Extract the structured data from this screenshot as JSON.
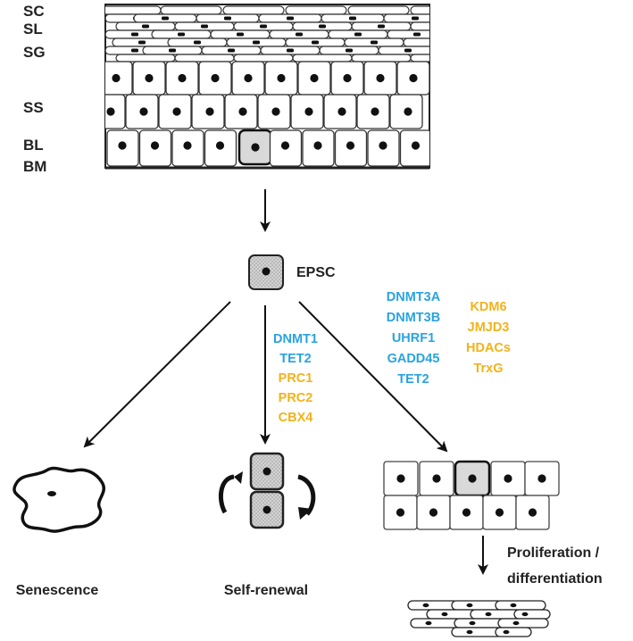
{
  "layers": {
    "sc": "SC",
    "sl": "SL",
    "sg": "SG",
    "ss": "SS",
    "bl": "BL",
    "bm": "BM"
  },
  "stem_cell_label": "EPSC",
  "colors": {
    "methylation": "#29A3E0",
    "histone": "#F2B21C",
    "stem_cell_fill": "#d9d9d9",
    "text": "#222222"
  },
  "self_renewal_factors": {
    "methylation": [
      "DNMT1",
      "TET2"
    ],
    "histone": [
      "PRC1",
      "PRC2",
      "CBX4"
    ]
  },
  "differentiation_factors": {
    "methylation": [
      "DNMT3A",
      "DNMT3B",
      "UHRF1",
      "GADD45",
      "TET2"
    ],
    "histone": [
      "KDM6",
      "JMJD3",
      "HDACs",
      "TrxG"
    ]
  },
  "outcomes": {
    "senescence": "Senescence",
    "self_renewal": "Self-renewal",
    "proliferation_line1": "Proliferation /",
    "proliferation_line2": "differentiation"
  }
}
